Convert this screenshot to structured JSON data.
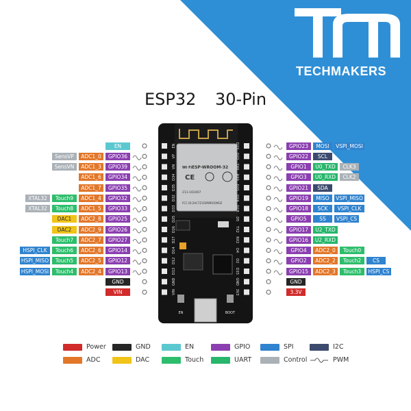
{
  "brand": {
    "name": "TECHMAKERS",
    "logo": "TM"
  },
  "title": {
    "part1": "ESP32",
    "part2": "30-Pin"
  },
  "module": {
    "wifi_label": "Wi Fi",
    "model": "ESP-WROOM-32",
    "fcc_id": "211-161007",
    "cert_line": "FCC ID:2AC7Z-ESPWROOM32",
    "en_button": "EN",
    "boot_button": "BOOT"
  },
  "colors": {
    "Power": "#d12b2b",
    "GND": "#262626",
    "EN": "#5bc8d0",
    "GPIO": "#8b3fb0",
    "SPI": "#2f83cf",
    "I2C": "#3c4a6e",
    "ADC": "#e2772a",
    "DAC": "#f0c419",
    "Touch": "#2ebd6c",
    "UART": "#27b66b",
    "Control": "#aab1b7",
    "Gray": "#aab1b7"
  },
  "left_pins": [
    {
      "silk": "EN",
      "labels": [
        {
          "t": "EN",
          "c": "EN"
        }
      ]
    },
    {
      "silk": "VP",
      "labels": [
        {
          "t": "GPIO36",
          "c": "GPIO"
        },
        {
          "t": "ADC1_0",
          "c": "ADC"
        },
        {
          "t": "SensVP",
          "c": "Gray"
        }
      ]
    },
    {
      "silk": "VN",
      "labels": [
        {
          "t": "GPIO39",
          "c": "GPIO"
        },
        {
          "t": "ADC1_3",
          "c": "ADC"
        },
        {
          "t": "SensVN",
          "c": "Gray"
        }
      ]
    },
    {
      "silk": "D34",
      "labels": [
        {
          "t": "GPIO34",
          "c": "GPIO"
        },
        {
          "t": "ADC1_6",
          "c": "ADC"
        }
      ]
    },
    {
      "silk": "D35",
      "labels": [
        {
          "t": "GPIO35",
          "c": "GPIO"
        },
        {
          "t": "ADC1_7",
          "c": "ADC"
        }
      ]
    },
    {
      "silk": "D32",
      "labels": [
        {
          "t": "GPIO32",
          "c": "GPIO"
        },
        {
          "t": "ADC1_4",
          "c": "ADC"
        },
        {
          "t": "Touch9",
          "c": "Touch"
        },
        {
          "t": "XTAL32",
          "c": "Gray"
        }
      ]
    },
    {
      "silk": "D33",
      "labels": [
        {
          "t": "GPIO33",
          "c": "GPIO"
        },
        {
          "t": "ADC1_5",
          "c": "ADC"
        },
        {
          "t": "Touch8",
          "c": "Touch"
        },
        {
          "t": "XTAL32",
          "c": "Gray"
        }
      ]
    },
    {
      "silk": "D25",
      "labels": [
        {
          "t": "GPIO25",
          "c": "GPIO"
        },
        {
          "t": "ADC2_8",
          "c": "ADC"
        },
        {
          "t": "DAC1",
          "c": "DAC"
        }
      ]
    },
    {
      "silk": "D26",
      "labels": [
        {
          "t": "GPIO26",
          "c": "GPIO"
        },
        {
          "t": "ADC2_9",
          "c": "ADC"
        },
        {
          "t": "DAC2",
          "c": "DAC"
        }
      ]
    },
    {
      "silk": "D27",
      "labels": [
        {
          "t": "GPIO27",
          "c": "GPIO"
        },
        {
          "t": "ADC2_7",
          "c": "ADC"
        },
        {
          "t": "Touch7",
          "c": "Touch"
        }
      ]
    },
    {
      "silk": "D14",
      "labels": [
        {
          "t": "GPIO14",
          "c": "GPIO"
        },
        {
          "t": "ADC2_6",
          "c": "ADC"
        },
        {
          "t": "Touch6",
          "c": "Touch"
        },
        {
          "t": "HSPI_CLK",
          "c": "SPI"
        }
      ]
    },
    {
      "silk": "D12",
      "labels": [
        {
          "t": "GPIO12",
          "c": "GPIO"
        },
        {
          "t": "ADC2_5",
          "c": "ADC"
        },
        {
          "t": "Touch5",
          "c": "Touch"
        },
        {
          "t": "HSPI_MISO",
          "c": "SPI"
        }
      ]
    },
    {
      "silk": "D13",
      "labels": [
        {
          "t": "GPIO13",
          "c": "GPIO"
        },
        {
          "t": "ADC2_4",
          "c": "ADC"
        },
        {
          "t": "Touch4",
          "c": "Touch"
        },
        {
          "t": "HSPI_MOSI",
          "c": "SPI"
        }
      ]
    },
    {
      "silk": "GND",
      "labels": [
        {
          "t": "GND",
          "c": "GND"
        }
      ]
    },
    {
      "silk": "VIN",
      "labels": [
        {
          "t": "VIN",
          "c": "Power"
        }
      ]
    }
  ],
  "right_pins": [
    {
      "silk": "D23",
      "labels": [
        {
          "t": "GPIO23",
          "c": "GPIO"
        },
        {
          "t": "MOSI",
          "c": "SPI"
        },
        {
          "t": "VSPI_MOSI",
          "c": "SPI"
        }
      ]
    },
    {
      "silk": "D22",
      "labels": [
        {
          "t": "GPIO22",
          "c": "GPIO"
        },
        {
          "t": "SCL",
          "c": "I2C"
        }
      ]
    },
    {
      "silk": "TX0",
      "labels": [
        {
          "t": "GPIO1",
          "c": "GPIO"
        },
        {
          "t": "U0_TXD",
          "c": "UART"
        },
        {
          "t": "CLK3",
          "c": "Gray"
        }
      ]
    },
    {
      "silk": "RX0",
      "labels": [
        {
          "t": "GPIO3",
          "c": "GPIO"
        },
        {
          "t": "U0_RXD",
          "c": "UART"
        },
        {
          "t": "CLK2",
          "c": "Gray"
        }
      ]
    },
    {
      "silk": "D21",
      "labels": [
        {
          "t": "GPIO21",
          "c": "GPIO"
        },
        {
          "t": "SDA",
          "c": "I2C"
        }
      ]
    },
    {
      "silk": "D19",
      "labels": [
        {
          "t": "GPIO19",
          "c": "GPIO"
        },
        {
          "t": "MISO",
          "c": "SPI"
        },
        {
          "t": "VSPI_MISO",
          "c": "SPI"
        }
      ]
    },
    {
      "silk": "D18",
      "labels": [
        {
          "t": "GPIO18",
          "c": "GPIO"
        },
        {
          "t": "SCK",
          "c": "SPI"
        },
        {
          "t": "VSPI_CLK",
          "c": "SPI"
        }
      ]
    },
    {
      "silk": "D5",
      "labels": [
        {
          "t": "GPIO5",
          "c": "GPIO"
        },
        {
          "t": "SS",
          "c": "SPI"
        },
        {
          "t": "VSPI_CS",
          "c": "SPI"
        }
      ]
    },
    {
      "silk": "TX2",
      "labels": [
        {
          "t": "GPIO17",
          "c": "GPIO"
        },
        {
          "t": "U2_TXD",
          "c": "UART"
        }
      ]
    },
    {
      "silk": "RX2",
      "labels": [
        {
          "t": "GPIO16",
          "c": "GPIO"
        },
        {
          "t": "U2_RXD",
          "c": "UART"
        }
      ]
    },
    {
      "silk": "D4",
      "labels": [
        {
          "t": "GPIO4",
          "c": "GPIO"
        },
        {
          "t": "ADC2_0",
          "c": "ADC"
        },
        {
          "t": "Touch0",
          "c": "Touch"
        }
      ]
    },
    {
      "silk": "D2",
      "labels": [
        {
          "t": "GPIO2",
          "c": "GPIO"
        },
        {
          "t": "ADC2_2",
          "c": "ADC"
        },
        {
          "t": "Touch2",
          "c": "Touch"
        },
        {
          "t": "CS",
          "c": "SPI"
        }
      ]
    },
    {
      "silk": "D15",
      "labels": [
        {
          "t": "GPIO15",
          "c": "GPIO"
        },
        {
          "t": "ADC2_3",
          "c": "ADC"
        },
        {
          "t": "Touch3",
          "c": "Touch"
        },
        {
          "t": "HSPI_CS",
          "c": "SPI"
        }
      ]
    },
    {
      "silk": "GND",
      "labels": [
        {
          "t": "GND",
          "c": "GND"
        }
      ]
    },
    {
      "silk": "3V3",
      "labels": [
        {
          "t": "3.3V",
          "c": "Power"
        }
      ]
    }
  ],
  "pwm_pins": {
    "left": [
      1,
      2,
      3,
      4,
      5,
      6,
      7,
      8,
      9,
      10,
      11,
      12
    ],
    "right": [
      0,
      1,
      2,
      3,
      4,
      5,
      6,
      7,
      8,
      9,
      10,
      11,
      12
    ]
  },
  "legend": [
    {
      "label": "Power",
      "c": "Power"
    },
    {
      "label": "GND",
      "c": "GND"
    },
    {
      "label": "EN",
      "c": "EN"
    },
    {
      "label": "GPIO",
      "c": "GPIO"
    },
    {
      "label": "SPI",
      "c": "SPI"
    },
    {
      "label": "I2C",
      "c": "I2C"
    },
    {
      "label": "ADC",
      "c": "ADC"
    },
    {
      "label": "DAC",
      "c": "DAC"
    },
    {
      "label": "Touch",
      "c": "Touch"
    },
    {
      "label": "UART",
      "c": "UART"
    },
    {
      "label": "Control",
      "c": "Control"
    },
    {
      "label": "PWM",
      "c": "PWM"
    }
  ]
}
